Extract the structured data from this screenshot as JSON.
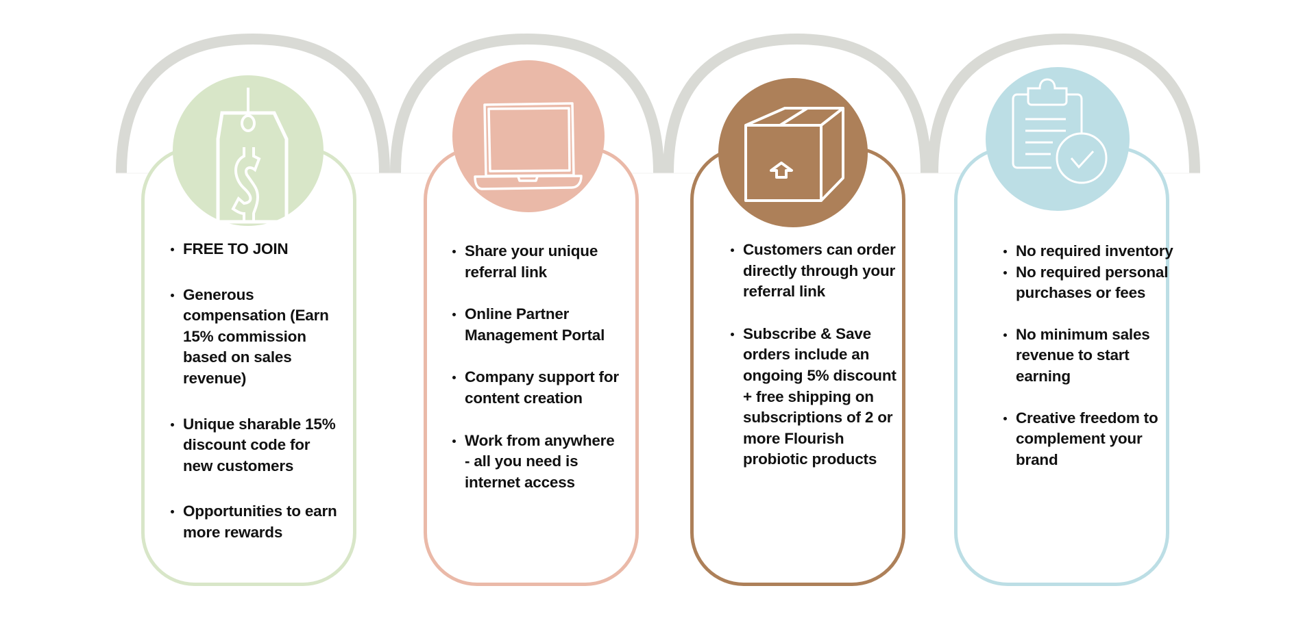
{
  "colors": {
    "arch": "#d9dad5",
    "green": "#d8e6c8",
    "salmon": "#eab9a8",
    "brown": "#ad8059",
    "blue": "#bcdee5"
  },
  "columns": [
    {
      "icon": "price-tag-dollar-icon",
      "items": [
        "FREE TO JOIN",
        "Generous compensation (Earn 15% commission based on sales revenue)",
        "Unique sharable 15% discount code for new customers",
        "Opportunities to earn more rewards"
      ]
    },
    {
      "icon": "laptop-icon",
      "items": [
        "Share your unique referral link",
        "Online Partner Management Portal",
        "Company support for content creation",
        "Work from anywhere - all you need is internet access"
      ]
    },
    {
      "icon": "shipping-box-icon",
      "items": [
        "Customers can order directly through your referral link",
        "Subscribe & Save orders include an ongoing 5% discount + free shipping on subscriptions of 2 or more Flourish probiotic products"
      ]
    },
    {
      "icon": "clipboard-check-icon",
      "items": [
        "No required inventory",
        "No required personal purchases or fees",
        "No minimum sales revenue to start earning",
        "Creative freedom to complement your brand"
      ]
    }
  ]
}
